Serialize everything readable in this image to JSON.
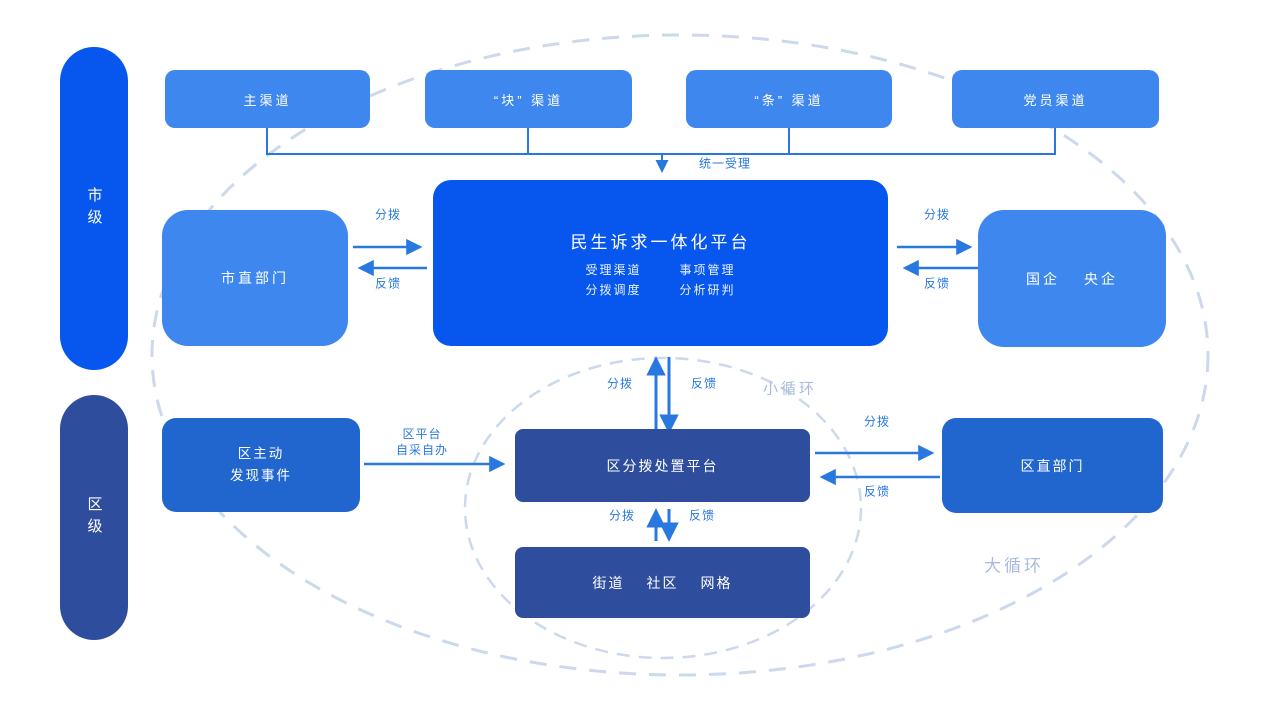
{
  "palette": {
    "vivid_blue": "#0757ef",
    "light_blue": "#3e87ee",
    "medium_blue": "#2166cf",
    "navy_blue": "#2e4d9d",
    "arrow_blue": "#2878e0",
    "loop_dash": "#ccd9ec",
    "loop_label": "#a9bcdf"
  },
  "lanes": {
    "city": "市级",
    "district": "区级"
  },
  "channels": [
    "主渠道",
    "“块” 渠道",
    "“条” 渠道",
    "党员渠道"
  ],
  "platform": {
    "title": "民生诉求一体化平台",
    "features": [
      "受理渠道",
      "事项管理",
      "分拨调度",
      "分析研判"
    ]
  },
  "boxes": {
    "city_dept": "市直部门",
    "soe": [
      "国企",
      "央企"
    ],
    "district_discover": [
      "区主动",
      "发现事件"
    ],
    "district_platform": "区分拨处置平台",
    "district_dept": "区直部门",
    "street": [
      "街道",
      "社区",
      "网格"
    ]
  },
  "flow_labels": {
    "unified_accept": "统一受理",
    "dispatch": "分拨",
    "feedback": "反馈",
    "self_run_1": "区平台",
    "self_run_2": "自采自办",
    "small_loop": "小循环",
    "big_loop": "大循环"
  }
}
